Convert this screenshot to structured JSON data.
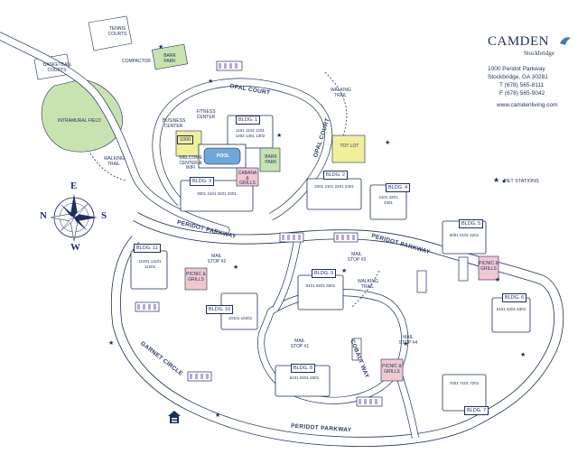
{
  "brand": {
    "name": "CAMDEN",
    "location": "Stockbridge",
    "address": "1000 Peridot Parkway",
    "city": "Stockbridge, GA  30281",
    "phone": "T (678) 565-8111",
    "fax": "F (678) 565-9042",
    "website": "www.camdenliving.com"
  },
  "legend": {
    "pet_stations": "PET STATIONS"
  },
  "compass": {
    "n": "N",
    "e": "E",
    "s": "S",
    "w": "W"
  },
  "roads": {
    "peridot_parkway": "PERIDOT PARKWAY",
    "opal_court_h": "OPAL COURT",
    "opal_court_v": "OPAL COURT",
    "garnet_circle": "GARNET CIRCLE",
    "cobalt_way": "COBALT WAY",
    "walking_trail": "WALKING TRAIL"
  },
  "amenities": {
    "tennis_courts": "TENNIS COURTS",
    "basketball_courts": "BASKETBALL COURTS",
    "intramural_field": "INTRAMURAL FIELD",
    "compactor": "COMPACTOR",
    "bark_park": "BARK PARK",
    "bark_park_2": "BARK PARK",
    "business_center": "BUSINESS CENTER",
    "fitness_center": "FITNESS CENTER",
    "welcome_center": "WELCOME CENTER & WIFI",
    "pool": "POOL",
    "cabana_grills": "CABANA & GRILLS",
    "tot_lot": "TOT LOT",
    "picnic_grills_1": "PICNIC & GRILLS",
    "picnic_grills_2": "PICNIC & GRILLS",
    "picnic_grills_3": "PICNIC & GRILLS",
    "leasing_unit": "1000",
    "mail_stop_1": "MAIL STOP #1",
    "mail_stop_2": "MAIL STOP #2",
    "mail_stop_3": "MAIL STOP #3",
    "mail_stop_4": "MAIL STOP #4"
  },
  "buildings": {
    "b1": "BLDG. 1",
    "b2": "BLDG. 2",
    "b3": "BLDG. 3",
    "b4": "BLDG. 4",
    "b5": "BLDG. 5",
    "b6": "BLDG. 6",
    "b7": "BLDG. 7",
    "b8": "BLDG. 8",
    "b9": "BLDG. 9",
    "b10": "BLDG. 10",
    "b11": "BLDG. 11"
  },
  "units": {
    "b1": "1101 1102 1201 1202 1301 1302",
    "b2": "2001 2101 2201 2301",
    "b3": "3001 3101 3201 3301",
    "b4": "4101 4201 4301",
    "b5": "5001 5101 5201",
    "b6": "6101 6201 6301",
    "b7": "7001 7101 7201",
    "b8": "8101 8201 8301",
    "b9": "9101 9201 9301",
    "b10": "10101 10201",
    "b11": "11001 11101 11201"
  },
  "colors": {
    "ink": "#1d2f5c",
    "road_fill": "#ffffff",
    "green": "#c8e3b0",
    "pink": "#f0c8cf",
    "yellow": "#f2ef9a",
    "pool": "#6ea7d8",
    "stripe": "#b7a7d6"
  }
}
